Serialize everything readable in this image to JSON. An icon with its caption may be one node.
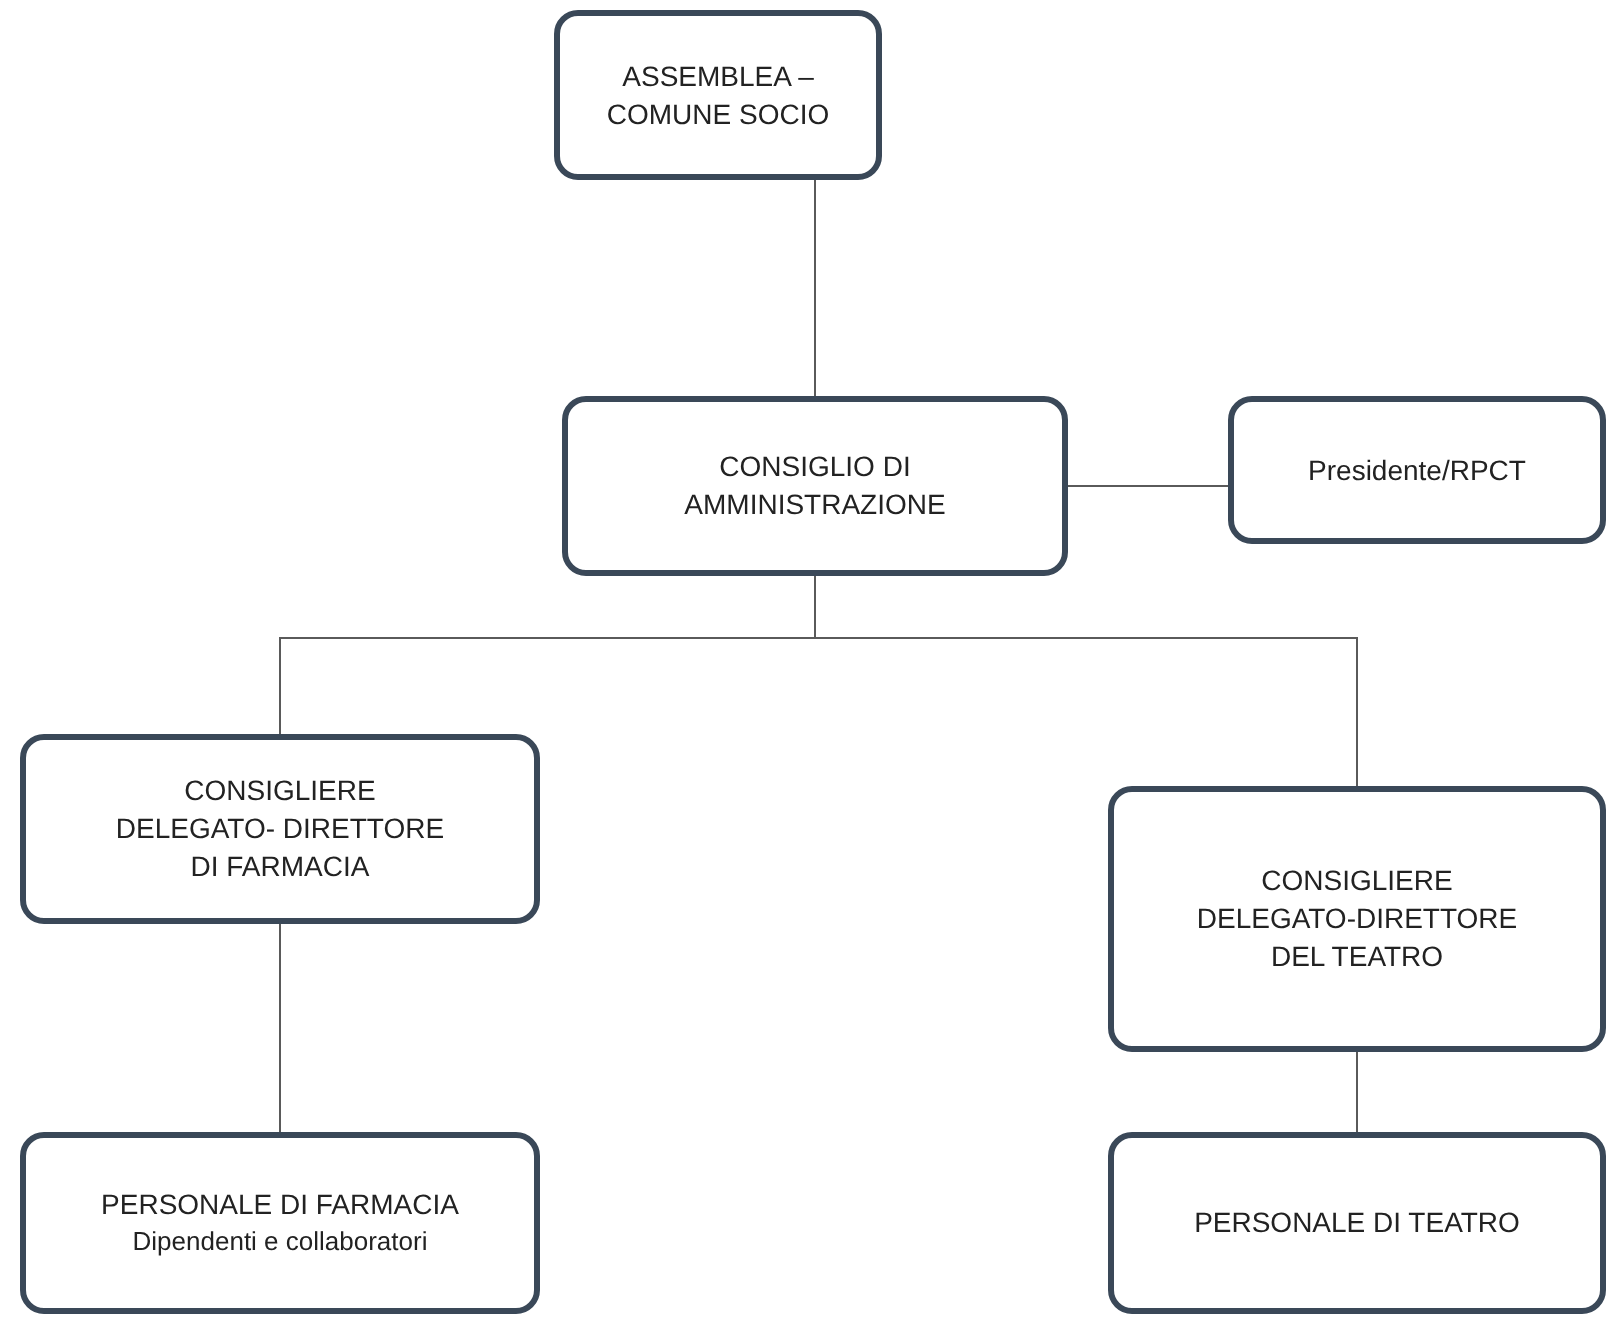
{
  "diagram": {
    "nodes": [
      {
        "text": [
          "ASSEMBLEA – COMUNE SOCIO"
        ]
      },
      {
        "text": [
          "CONSIGLIO DI AMMINISTRAZIONE"
        ]
      },
      {
        "text": [
          "Presidente/RPCT"
        ]
      },
      {
        "text": [
          "CONSIGLIERE DELEGATO- DIRETTORE DI FARMACIA"
        ]
      },
      {
        "text": [
          "CONSIGLIERE DELEGATO-DIRETTORE DEL TEATRO"
        ]
      },
      {
        "text": [
          "PERSONALE DI FARMACIA",
          "Dipendenti e collaboratori"
        ]
      },
      {
        "text": [
          "PERSONALE DI TEATRO"
        ]
      }
    ],
    "edges": [
      {
        "from": 0,
        "to": 1,
        "arrow": "none"
      },
      {
        "from": 1,
        "to": 2,
        "arrow": "none"
      },
      {
        "from": 1,
        "to": 3,
        "arrow": "none"
      },
      {
        "from": 1,
        "to": 4,
        "arrow": "none"
      },
      {
        "from": 3,
        "to": 5,
        "arrow": "none"
      },
      {
        "from": 4,
        "to": 6,
        "arrow": "none"
      }
    ]
  }
}
